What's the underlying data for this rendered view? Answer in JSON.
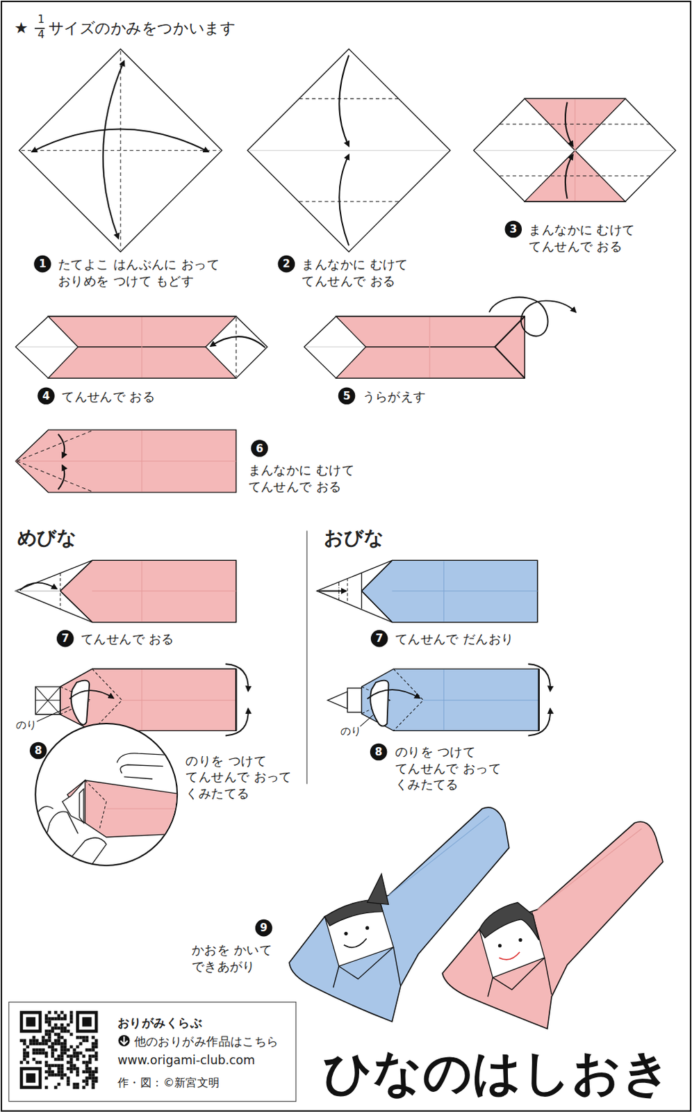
{
  "diagram": {
    "title": "ひなのはしおき",
    "nodes": [
      {
        "text": [
          "おりがみくらぶ",
          "他のおりがみ作品はこちら",
          "www.origami-club.com",
          "作・図：©新宮文明"
        ]
      }
    ],
    "labels": [
      "★",
      "1",
      "4",
      "サイズのかみをつかいます",
      "1",
      "たてよこ はんぶんに おって おりめを つけて もどす",
      "2",
      "まんなかに むけて てんせんで おる",
      "3",
      "まんなかに むけて てんせんで おる",
      "4",
      "てんせんで おる",
      "5",
      "うらがえす",
      "6",
      "まんなかに むけて てんせんで おる",
      "めびな",
      "7",
      "てんせんで おる",
      "のり",
      "8",
      "のりを つけて てんせんで おって くみたてる",
      "おびな",
      "7",
      "てんせんで だんおり",
      "のり",
      "8",
      "のりを つけて てんせんで おって くみたてる",
      "9",
      "かおを かいて できあがり"
    ]
  }
}
